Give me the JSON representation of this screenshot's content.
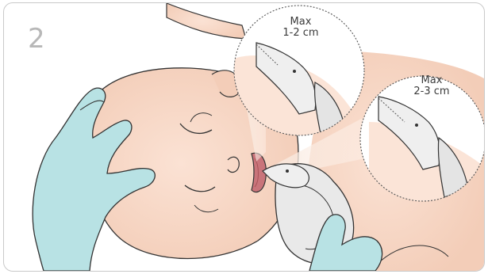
{
  "step_number": "2",
  "callouts": [
    {
      "title": "Max",
      "value": "1-2 cm"
    },
    {
      "title": "Max",
      "value": "2-3 cm"
    }
  ],
  "colors": {
    "skin": "#f6d7c5",
    "skin_shadow": "#eabfa8",
    "glove": "#b8e2e4",
    "glove_outline": "#3c3c3c",
    "device": "#e9e9e9",
    "outline": "#333333",
    "frame": "#c9c9c9"
  }
}
